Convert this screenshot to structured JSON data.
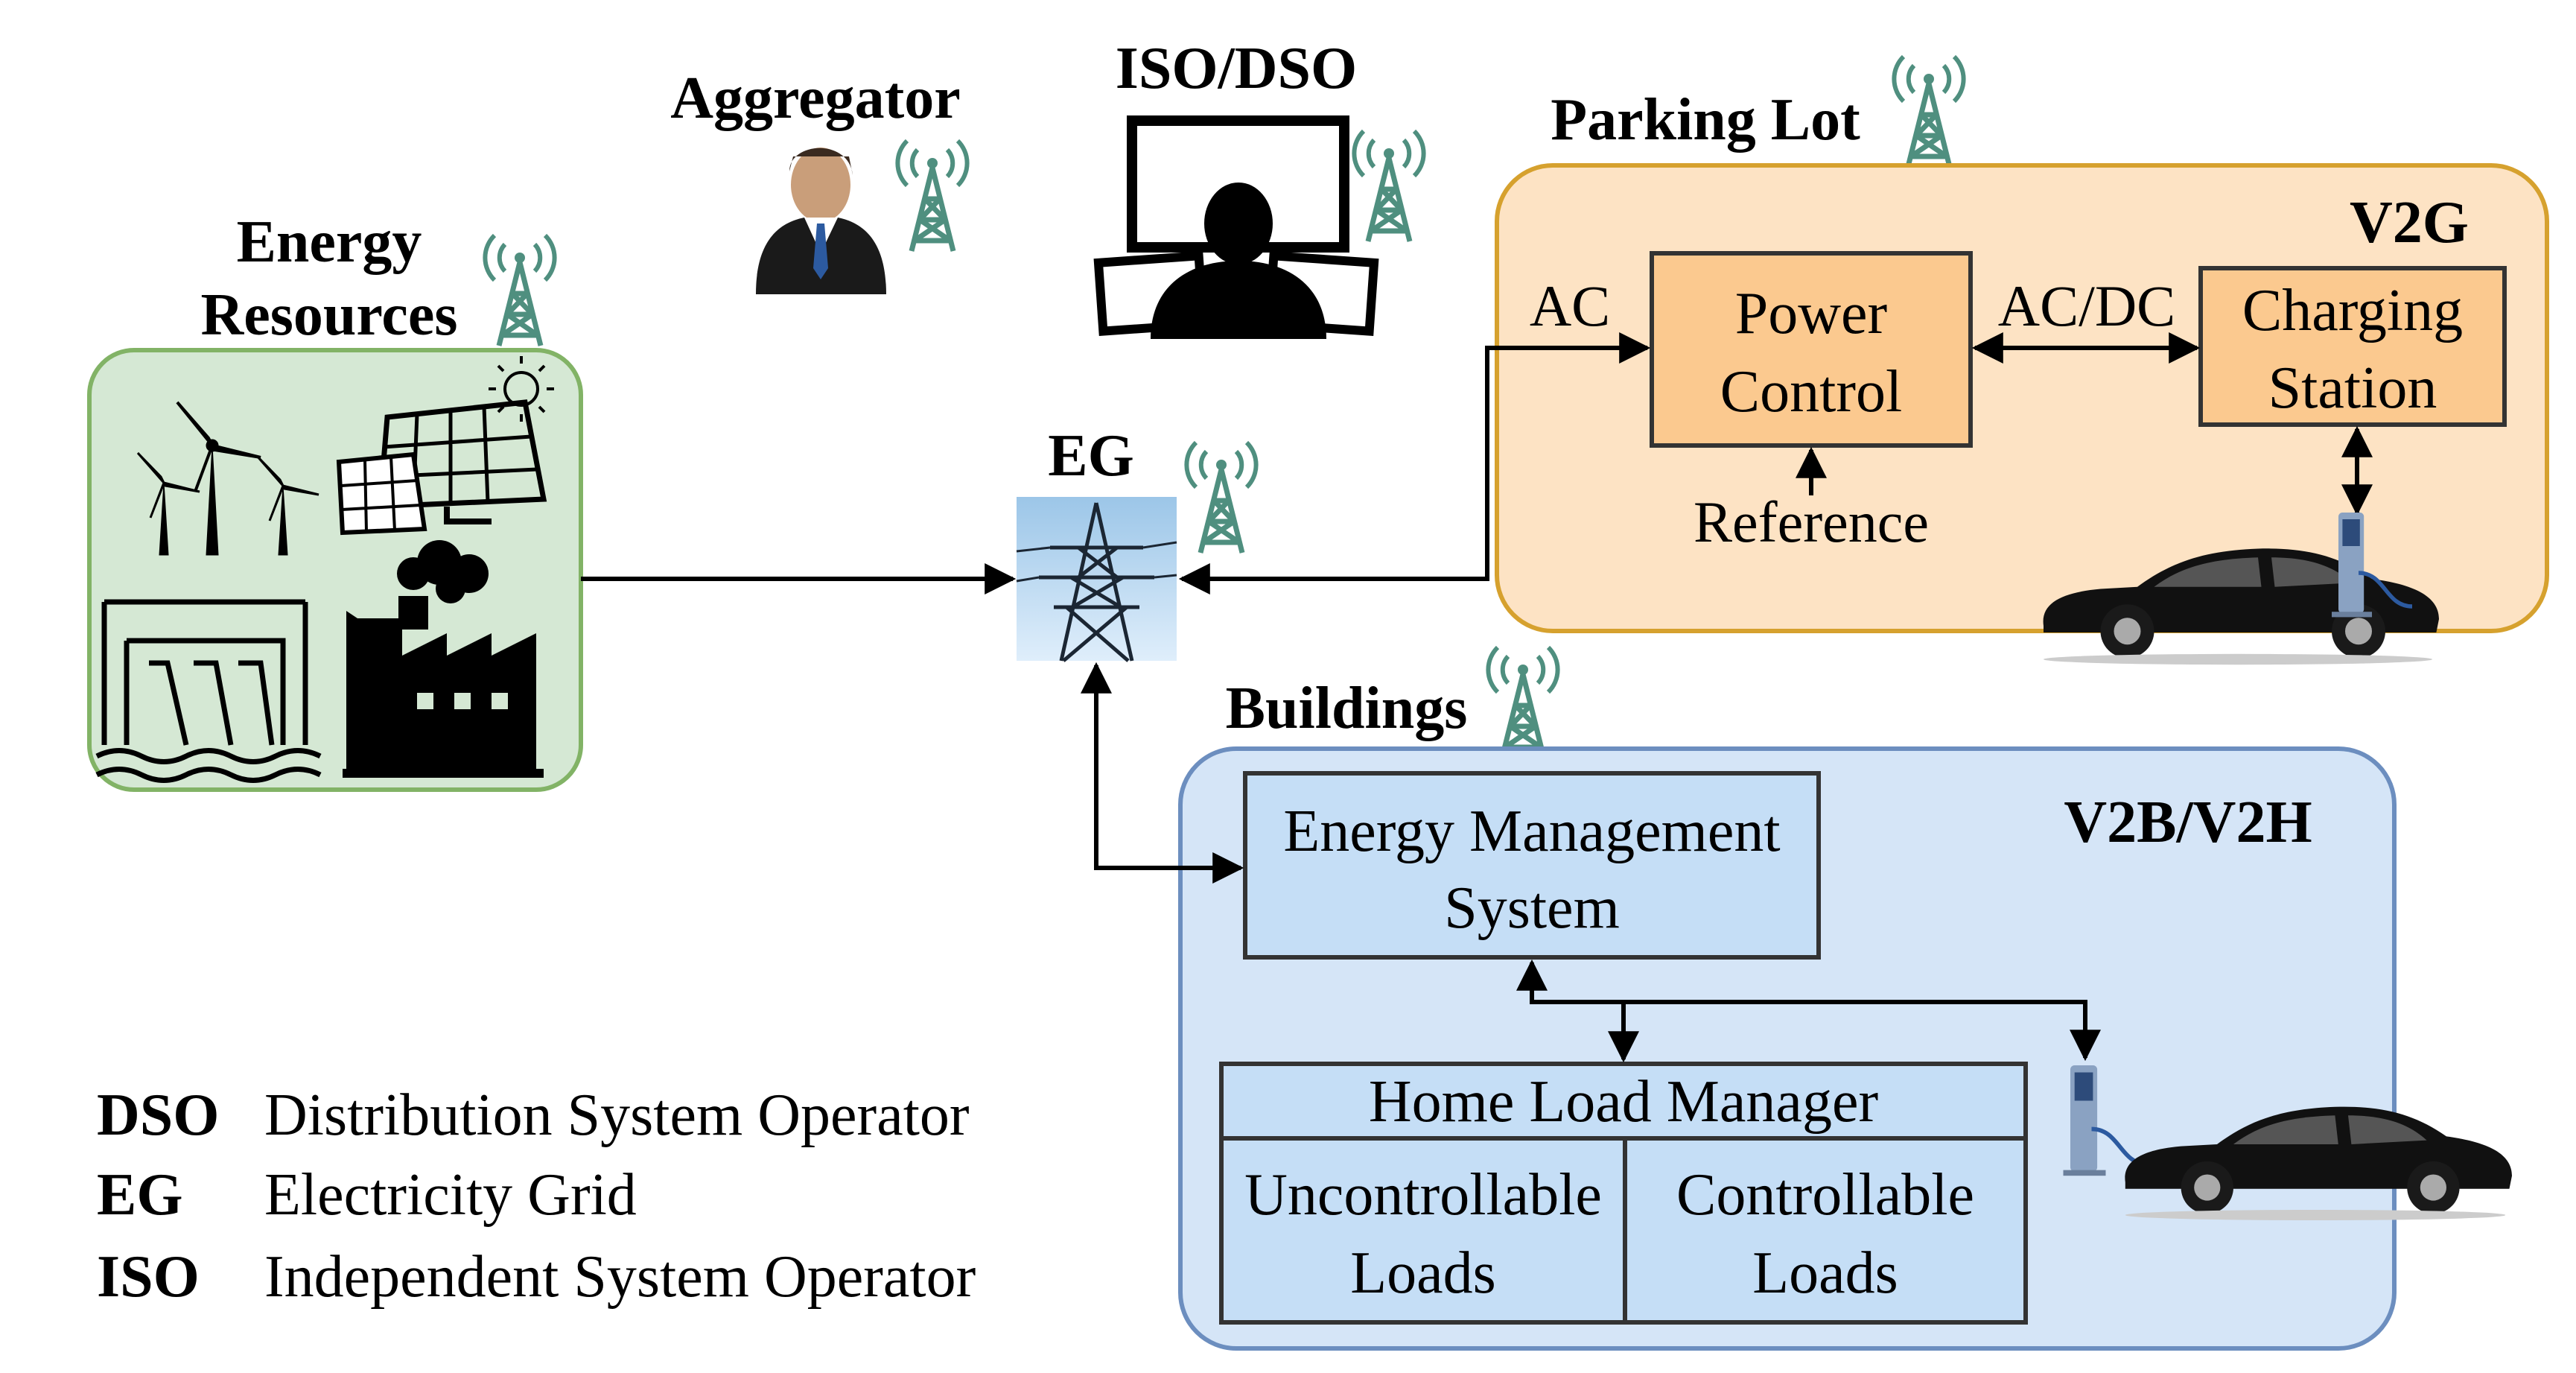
{
  "labels": {
    "aggregator": "Aggregator",
    "iso_dso": "ISO/DSO",
    "energy_resources_line1": "Energy",
    "energy_resources_line2": "Resources",
    "eg": "EG",
    "parking_lot": "Parking Lot",
    "buildings": "Buildings"
  },
  "parking_lot": {
    "mode": "V2G",
    "power_control_line1": "Power",
    "power_control_line2": "Control",
    "charging_station_line1": "Charging",
    "charging_station_line2": "Station",
    "ac_label": "AC",
    "acdc_label": "AC/DC",
    "reference_label": "Reference"
  },
  "buildings": {
    "mode": "V2B/V2H",
    "ems_line1": "Energy Management",
    "ems_line2": "System",
    "hlm": "Home Load Manager",
    "uncontrollable_line1": "Uncontrollable",
    "uncontrollable_line2": "Loads",
    "controllable_line1": "Controllable",
    "controllable_line2": "Loads"
  },
  "legend": [
    {
      "abbr": "DSO",
      "text": "Distribution System Operator"
    },
    {
      "abbr": "EG",
      "text": "Electricity Grid"
    },
    {
      "abbr": "ISO",
      "text": "Independent System Operator"
    }
  ],
  "colors": {
    "energy_fill": "#d5e8d4",
    "energy_stroke": "#82b366",
    "parking_fill": "#fde3c4",
    "parking_stroke": "#d6a12e",
    "block_fill": "#fbc98f",
    "buildings_fill": "#d5e5f7",
    "buildings_stroke": "#6c8ebf",
    "block_blue_fill": "#c5def6",
    "antenna": "#4f8f7f"
  },
  "icons": [
    "wind-turbine-icon",
    "solar-panel-icon",
    "sun-icon",
    "hydro-dam-icon",
    "factory-icon",
    "businessman-icon",
    "operator-monitors-icon",
    "transmission-tower-icon",
    "electric-car-icon",
    "charger-icon",
    "antenna-icon"
  ]
}
